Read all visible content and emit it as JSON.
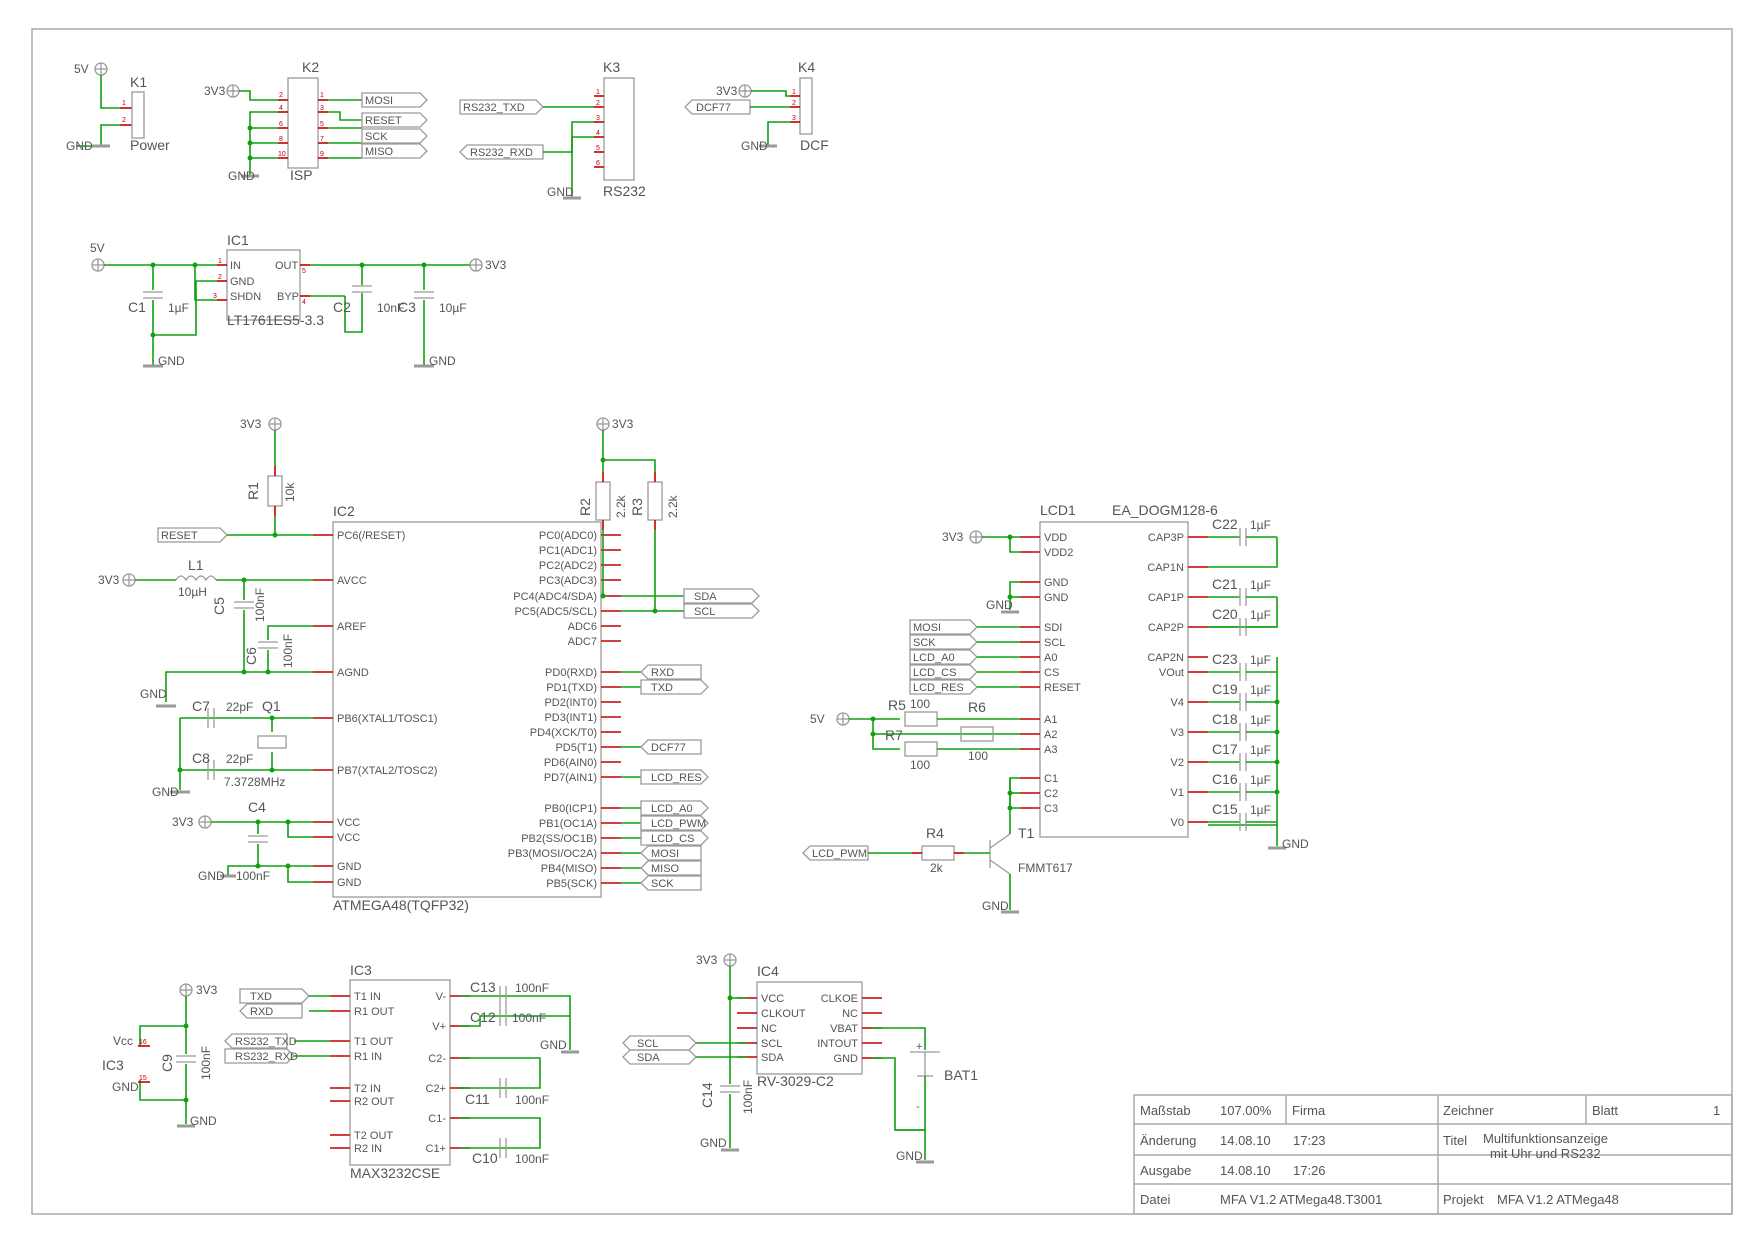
{
  "title_block": {
    "scale_label": "Maßstab",
    "scale_value": "107.00%",
    "company_label": "Firma",
    "drawer_label": "Zeichner",
    "sheet_label": "Blatt",
    "sheet_value": "1",
    "change_label": "Änderung",
    "change_date": "14.08.10",
    "change_time": "17:23",
    "title_label": "Titel",
    "title_line1": "Multifunktionsanzeige",
    "title_line2": "mit Uhr und RS232",
    "output_label": "Ausgabe",
    "output_date": "14.08.10",
    "output_time": "17:26",
    "file_label": "Datei",
    "file_value": "MFA V1.2 ATMega48.T3001",
    "project_label": "Projekt",
    "project_value": "MFA V1.2 ATMega48"
  },
  "connectors": {
    "k1": {
      "ref": "K1",
      "name": "Power",
      "v5": "5V",
      "gnd": "GND"
    },
    "k2": {
      "ref": "K2",
      "name": "ISP",
      "v33": "3V3",
      "gnd": "GND",
      "nets": [
        "MOSI",
        "RESET",
        "SCK",
        "MISO"
      ]
    },
    "k3": {
      "ref": "K3",
      "name": "RS232",
      "gnd": "GND",
      "nets": [
        "RS232_TXD",
        "RS232_RXD"
      ]
    },
    "k4": {
      "ref": "K4",
      "name": "DCF",
      "v33": "3V3",
      "gnd": "GND",
      "net": "DCF77"
    }
  },
  "regulator": {
    "ref": "IC1",
    "part": "LT1761ES5-3.3",
    "in_supply": "5V",
    "out_supply": "3V3",
    "gnd": "GND",
    "gnd2": "GND",
    "pins": {
      "in": "IN",
      "gnd": "GND",
      "shdn": "SHDN",
      "out": "OUT",
      "byp": "BYP"
    },
    "c1": {
      "ref": "C1",
      "value": "1µF"
    },
    "c2": {
      "ref": "C2",
      "value": "10nF"
    },
    "c3": {
      "ref": "C3",
      "value": "10µF"
    }
  },
  "mcu": {
    "ref": "IC2",
    "part": "ATMEGA48(TQFP32)",
    "left_pins": [
      "PC6(/RESET)",
      "AVCC",
      "AREF",
      "AGND",
      "PB6(XTAL1/TOSC1)",
      "PB7(XTAL2/TOSC2)",
      "VCC",
      "VCC",
      "GND",
      "GND"
    ],
    "right_pins": [
      "PC0(ADC0)",
      "PC1(ADC1)",
      "PC2(ADC2)",
      "PC3(ADC3)",
      "PC4(ADC4/SDA)",
      "PC5(ADC5/SCL)",
      "ADC6",
      "ADC7",
      "PD0(RXD)",
      "PD1(TXD)",
      "PD2(INT0)",
      "PD3(INT1)",
      "PD4(XCK/T0)",
      "PD5(T1)",
      "PD6(AIN0)",
      "PD7(AIN1)",
      "PB0(ICP1)",
      "PB1(OC1A)",
      "PB2(SS/OC1B)",
      "PB3(MOSI/OC2A)",
      "PB4(MISO)",
      "PB5(SCK)"
    ],
    "nets_left": {
      "reset": "RESET"
    },
    "nets_right": [
      "SDA",
      "SCL",
      "RXD",
      "TXD",
      "DCF77",
      "LCD_RES",
      "LCD_A0",
      "LCD_PWM",
      "LCD_CS",
      "MOSI",
      "MISO",
      "SCK"
    ],
    "r1": {
      "ref": "R1",
      "value": "10k"
    },
    "r2": {
      "ref": "R2",
      "value": "2.2k"
    },
    "r3": {
      "ref": "R3",
      "value": "2.2k"
    },
    "l1": {
      "ref": "L1",
      "value": "10µH"
    },
    "c5": {
      "ref": "C5",
      "value": "100nF"
    },
    "c6": {
      "ref": "C6",
      "value": "100nF"
    },
    "c7": {
      "ref": "C7",
      "value": "22pF"
    },
    "c8": {
      "ref": "C8",
      "value": "22pF"
    },
    "c4": {
      "ref": "C4",
      "value": "100nF"
    },
    "q1": {
      "ref": "Q1",
      "value": "7.3728MHz"
    },
    "v33": "3V3",
    "gnd": "GND"
  },
  "lcd": {
    "ref": "LCD1",
    "part": "EA_DOGM128-6",
    "left_pins": [
      "VDD",
      "VDD2",
      "GND",
      "GND",
      "SDI",
      "SCL",
      "A0",
      "CS",
      "RESET",
      "A1",
      "A2",
      "A3",
      "C1",
      "C2",
      "C3"
    ],
    "right_pins": [
      "CAP3P",
      "CAP1N",
      "CAP1P",
      "CAP2P",
      "CAP2N",
      "VOut",
      "V4",
      "V3",
      "V2",
      "V1",
      "V0"
    ],
    "nets": [
      "MOSI",
      "SCK",
      "LCD_A0",
      "LCD_CS",
      "LCD_RES"
    ],
    "caps": [
      "C22",
      "C21",
      "C20",
      "C23",
      "C19",
      "C18",
      "C17",
      "C16",
      "C15"
    ],
    "cap_value": "1µF",
    "r5": {
      "ref": "R5",
      "value": "100"
    },
    "r6": {
      "ref": "R6",
      "value": "100"
    },
    "r7": {
      "ref": "R7",
      "value": "100"
    },
    "r4": {
      "ref": "R4",
      "value": "2k"
    },
    "t1": {
      "ref": "T1",
      "part": "FMMT617"
    },
    "pwm_net": "LCD_PWM",
    "v5": "5V",
    "v33": "3V3",
    "gnd": "GND"
  },
  "rs232": {
    "ref": "IC3",
    "part": "MAX3232CSE",
    "left_pins": [
      "T1 IN",
      "R1 OUT",
      "T1 OUT",
      "R1 IN",
      "T2 IN",
      "R2 OUT",
      "T2 OUT",
      "R2 IN"
    ],
    "right_pins": [
      "V-",
      "V+",
      "C2-",
      "C2+",
      "C1-",
      "C1+"
    ],
    "nets": [
      "TXD",
      "RXD",
      "RS232_TXD",
      "RS232_RXD"
    ],
    "vcc": "Vcc",
    "gnd_pin": "GND",
    "caps": {
      "c9": "C9",
      "c10": "C10",
      "c11": "C11",
      "c12": "C12",
      "c13": "C13"
    },
    "cap_value": "100nF",
    "v33": "3V3",
    "gnd": "GND"
  },
  "rtc": {
    "ref": "IC4",
    "part": "RV-3029-C2",
    "left_pins": [
      "VCC",
      "CLKOUT",
      "NC",
      "SCL",
      "SDA"
    ],
    "right_pins": [
      "CLKOE",
      "NC",
      "VBAT",
      "INTOUT",
      "GND"
    ],
    "nets": [
      "SCL",
      "SDA"
    ],
    "c14": {
      "ref": "C14",
      "value": "100nF"
    },
    "bat": "BAT1",
    "v33": "3V3",
    "gnd": "GND"
  }
}
